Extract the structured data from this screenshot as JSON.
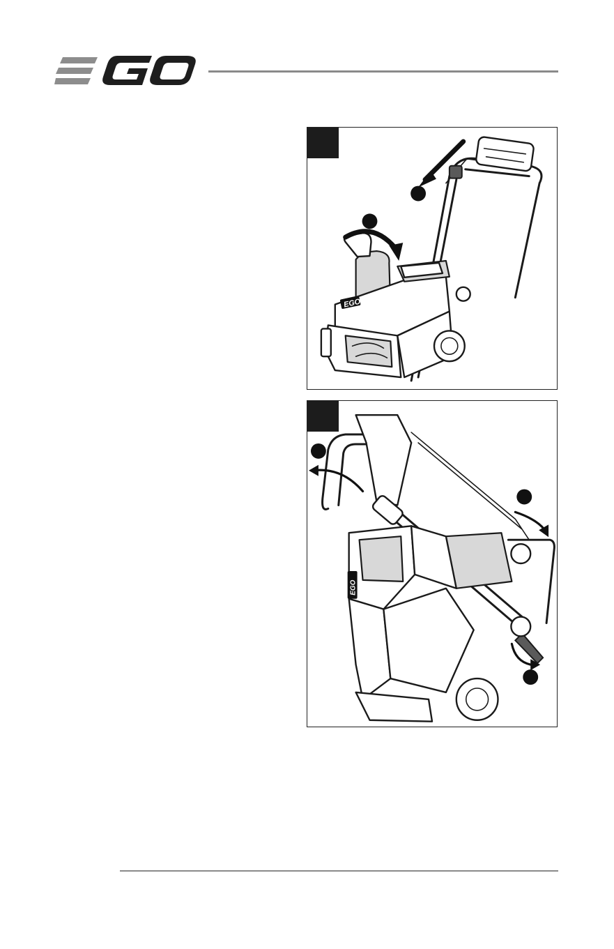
{
  "header": {
    "brand_name": "EGO",
    "colors": {
      "logo_bars": "#8d8d8d",
      "logo_letters": "#1e1e1e",
      "rule": "#8a8a8a"
    }
  },
  "figures": [
    {
      "tag_color": "#1c1c1c",
      "callouts": 2,
      "machine_label": "EGO",
      "icons": [
        "snow-blower-icon",
        "push-arrow-icon",
        "rotate-arrow-icon"
      ]
    },
    {
      "tag_color": "#1c1c1c",
      "callouts": 3,
      "machine_label": "EGO",
      "icons": [
        "snow-blower-folded-icon",
        "curved-arrow-icon",
        "knob-turn-arrow-icon"
      ]
    }
  ]
}
